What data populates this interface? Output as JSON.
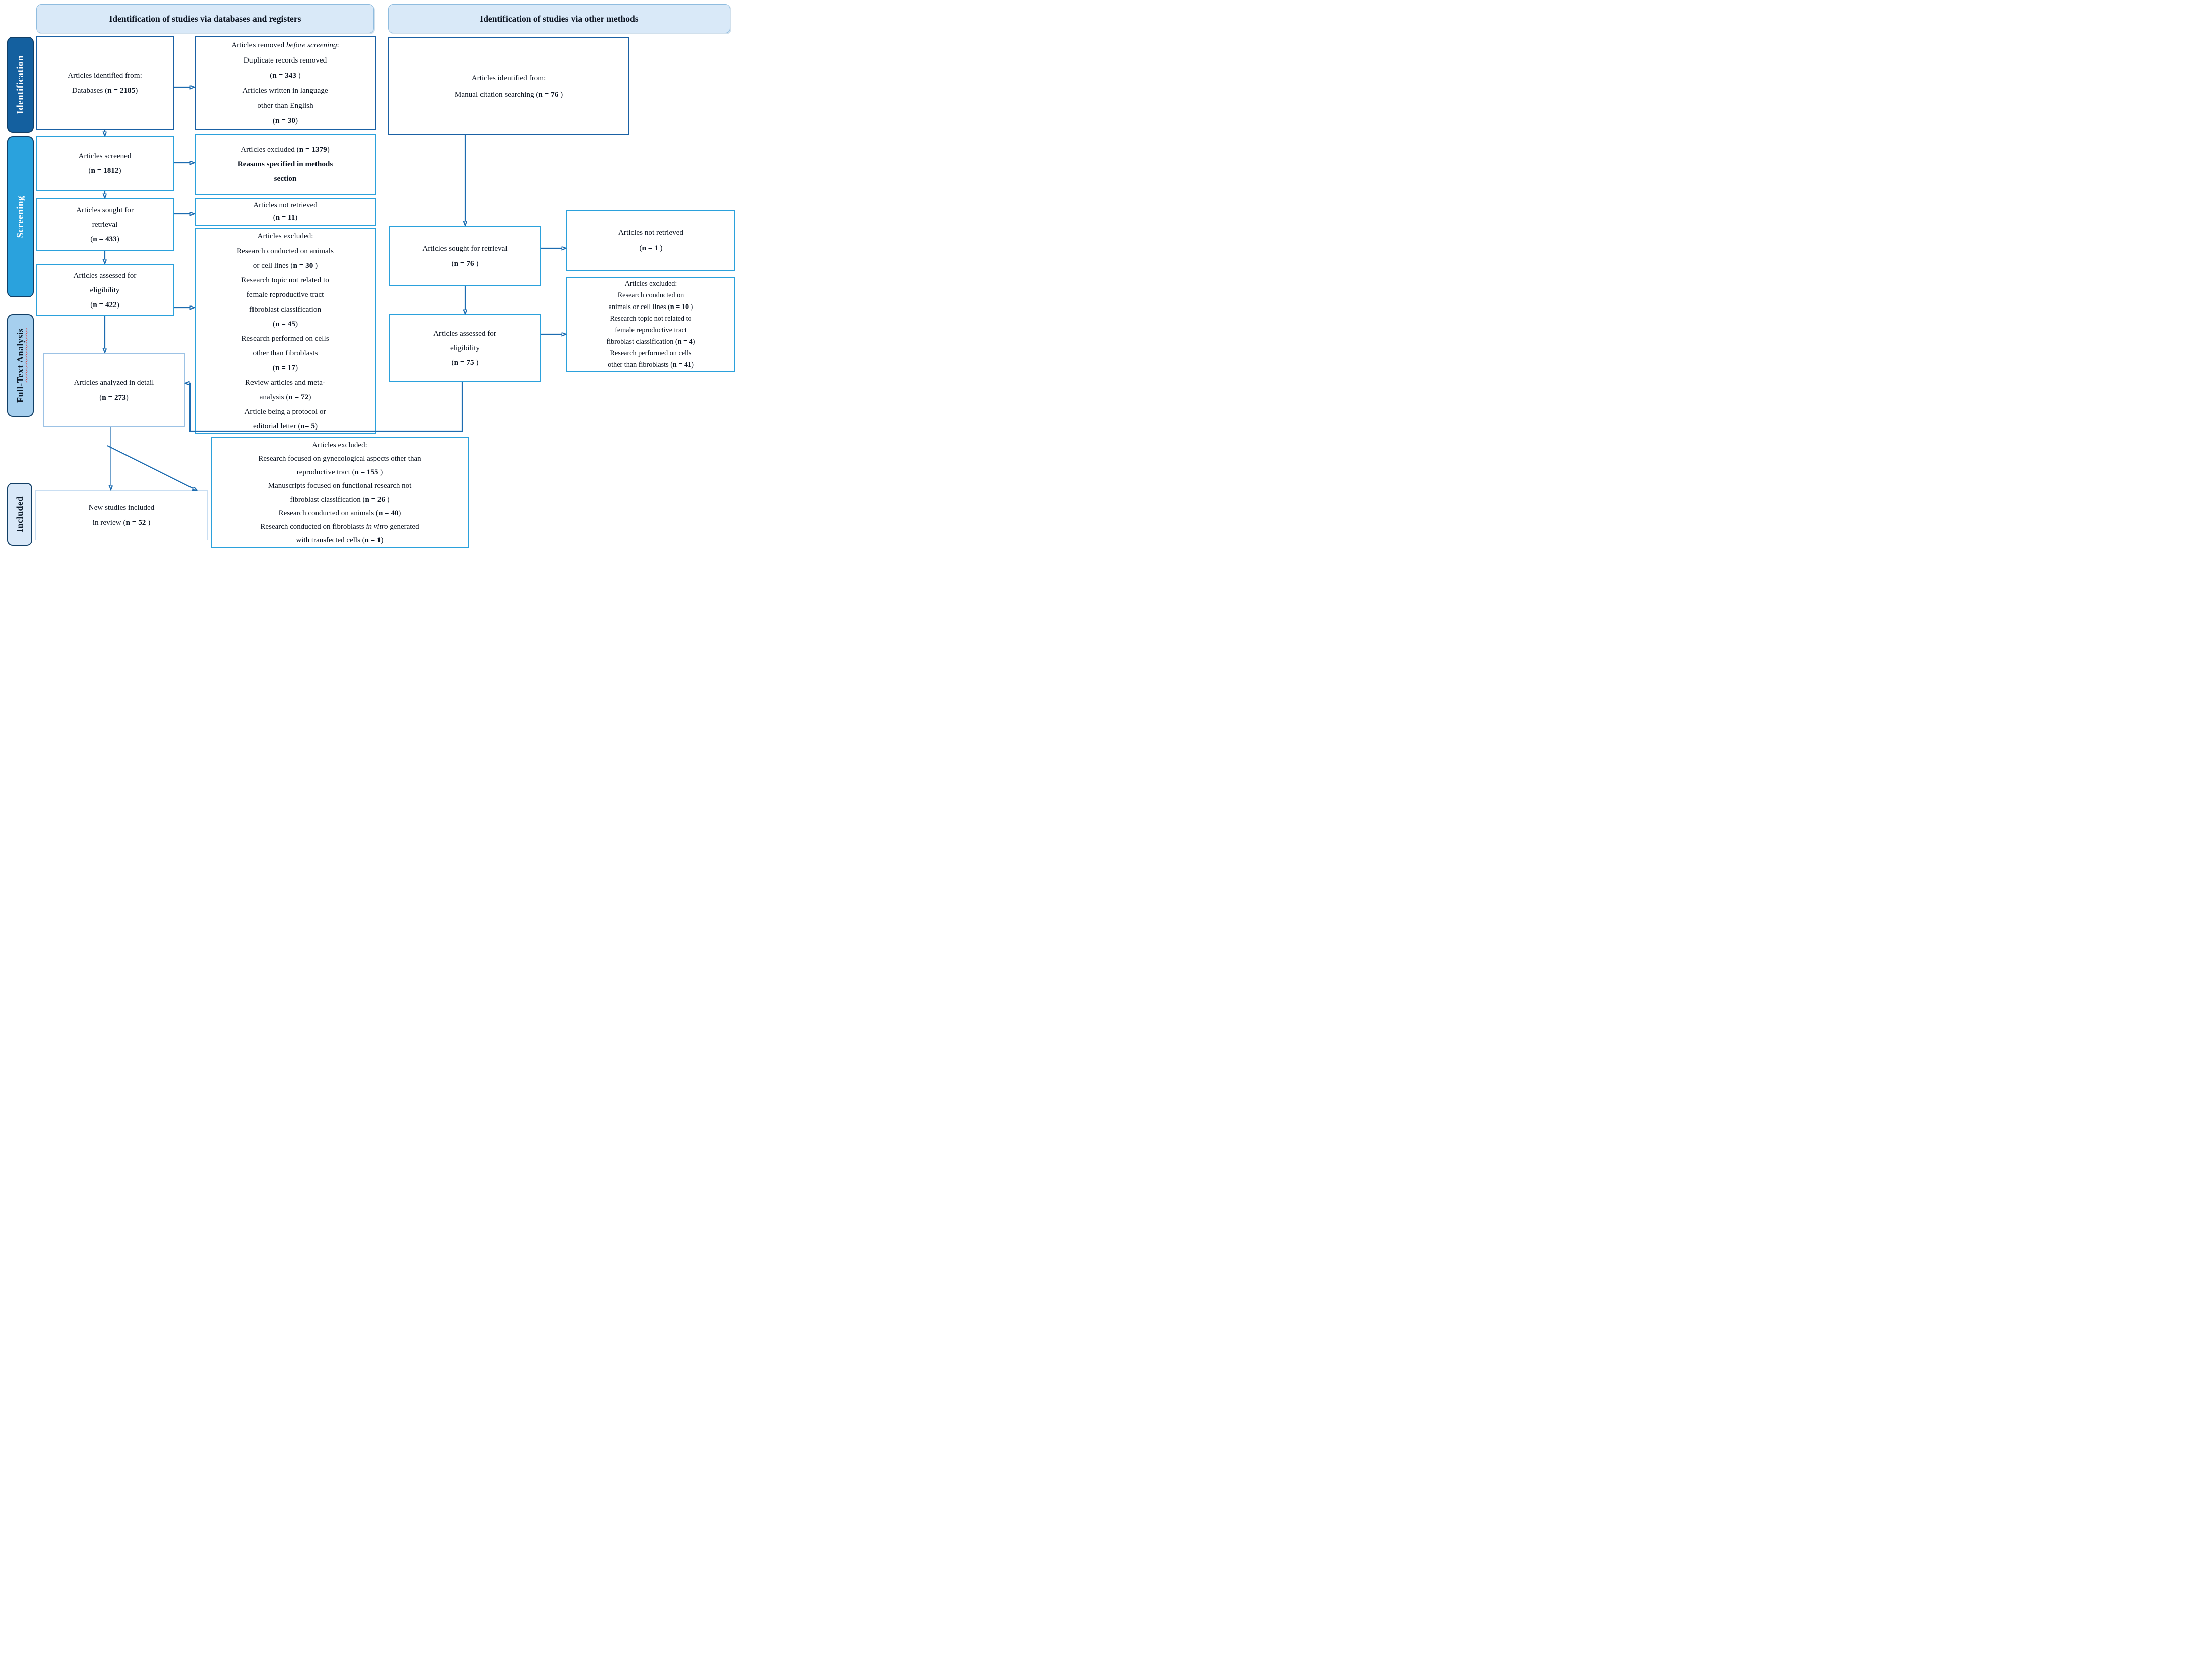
{
  "headers": {
    "left": "Identification of studies via databases and registers",
    "right": "Identification of studies via other methods"
  },
  "sidebar": [
    {
      "id": "identification",
      "lines": [
        [
          {
            "t": "Identification"
          }
        ]
      ]
    },
    {
      "id": "screening",
      "lines": [
        [
          {
            "t": "Screening"
          }
        ]
      ]
    },
    {
      "id": "fulltext",
      "lines": [
        [
          {
            "t": "Full-"
          },
          {
            "t": "Text Analysis",
            "w": 1
          }
        ]
      ]
    },
    {
      "id": "included",
      "lines": [
        [
          {
            "t": "Included"
          }
        ]
      ]
    }
  ],
  "colors": {
    "header_fill": "#D9E9F8",
    "box_border_dark": "#1A61A5",
    "box_border_bright": "#2BA1DC",
    "box_border_light": "#9CC2E5",
    "box_border_extra_light": "#C9DEF2",
    "arrow": "#1D6CB0",
    "pill_identification": "#14609F",
    "pill_screening": "#2AA2DD",
    "pill_fulltext": "#A6CFEE",
    "pill_included": "#D9E8F8",
    "pill_border": "#123F66"
  },
  "boxes": {
    "db_identified": {
      "lines": [
        [
          {
            "t": "Articles identified from:"
          }
        ],
        [
          {
            "t": "Databases ("
          },
          {
            "t": "n = 2185",
            "b": 1
          },
          {
            "t": ")"
          }
        ]
      ]
    },
    "removed_before_screening": {
      "lines": [
        [
          {
            "t": "Articles removed "
          },
          {
            "t": "before screening",
            "i": 1
          },
          {
            "t": ":"
          }
        ],
        [
          {
            "t": "Duplicate records removed"
          }
        ],
        [
          {
            "t": "("
          },
          {
            "t": "n = 343",
            "b": 1
          },
          {
            "t": " )"
          }
        ],
        [
          {
            "t": "Articles written in language"
          }
        ],
        [
          {
            "t": "other than English"
          }
        ],
        [
          {
            "t": "("
          },
          {
            "t": "n = 30",
            "b": 1
          },
          {
            "t": ")"
          }
        ]
      ]
    },
    "screened": {
      "lines": [
        [
          {
            "t": "Articles screened"
          }
        ],
        [
          {
            "t": "("
          },
          {
            "t": "n = 1812",
            "b": 1
          },
          {
            "t": ")"
          }
        ]
      ]
    },
    "excluded_screening": {
      "lines": [
        [
          {
            "t": "Articles excluded ("
          },
          {
            "t": "n = 1379",
            "b": 1
          },
          {
            "t": ")"
          }
        ],
        [
          {
            "t": "Reasons specified in methods",
            "b": 1
          }
        ],
        [
          {
            "t": "section",
            "b": 1
          }
        ]
      ]
    },
    "sought_retrieval": {
      "lines": [
        [
          {
            "t": "Articles sought for"
          }
        ],
        [
          {
            "t": "retrieval"
          }
        ],
        [
          {
            "t": "("
          },
          {
            "t": "n = 433",
            "b": 1
          },
          {
            "t": ")"
          }
        ]
      ]
    },
    "not_retrieved": {
      "lines": [
        [
          {
            "t": "Articles not retrieved"
          }
        ],
        [
          {
            "t": "("
          },
          {
            "t": "n = 11",
            "b": 1
          },
          {
            "t": ")"
          }
        ]
      ]
    },
    "assessed_eligibility": {
      "lines": [
        [
          {
            "t": "Articles assessed for"
          }
        ],
        [
          {
            "t": "eligibility"
          }
        ],
        [
          {
            "t": "("
          },
          {
            "t": "n = 422",
            "b": 1
          },
          {
            "t": ")"
          }
        ]
      ]
    },
    "excluded_eligibility": {
      "lines": [
        [
          {
            "t": "Articles excluded:"
          }
        ],
        [
          {
            "t": "Research conducted on animals"
          }
        ],
        [
          {
            "t": "or cell lines  ("
          },
          {
            "t": "n = 30",
            "b": 1
          },
          {
            "t": " )"
          }
        ],
        [
          {
            "t": "Research topic not related to"
          }
        ],
        [
          {
            "t": "female reproductive tract"
          }
        ],
        [
          {
            "t": "fibroblast classification"
          }
        ],
        [
          {
            "t": "("
          },
          {
            "t": "n = 45",
            "b": 1
          },
          {
            "t": ")"
          }
        ],
        [
          {
            "t": "Research performed on cells"
          }
        ],
        [
          {
            "t": "other than fibroblasts"
          }
        ],
        [
          {
            "t": "("
          },
          {
            "t": "n = 17",
            "b": 1
          },
          {
            "t": ")"
          }
        ],
        [
          {
            "t": "Review articles and meta-"
          }
        ],
        [
          {
            "t": "analysis ("
          },
          {
            "t": "n = 72",
            "b": 1
          },
          {
            "t": ")"
          }
        ],
        [
          {
            "t": "Article being a protocol or"
          }
        ],
        [
          {
            "t": "editorial letter ("
          },
          {
            "t": "n= 5",
            "b": 1
          },
          {
            "t": ")"
          }
        ]
      ]
    },
    "analyzed_detail": {
      "lines": [
        [
          {
            "t": "Articles analyzed in detail"
          }
        ],
        [
          {
            "t": "("
          },
          {
            "t": "n = 273",
            "b": 1
          },
          {
            "t": ")"
          }
        ]
      ]
    },
    "excluded_fulltext": {
      "lines": [
        [
          {
            "t": "Articles excluded:"
          }
        ],
        [
          {
            "t": "Research focused on gynecological aspects other than"
          }
        ],
        [
          {
            "t": "reproductive tract ("
          },
          {
            "t": "n = 155",
            "b": 1
          },
          {
            "t": " )"
          }
        ],
        [
          {
            "t": "Manuscripts focused on functional research not"
          }
        ],
        [
          {
            "t": "fibroblast classification ("
          },
          {
            "t": "n  = 26",
            "b": 1
          },
          {
            "t": " )"
          }
        ],
        [
          {
            "t": "Research conducted on animals ("
          },
          {
            "t": "n = 40",
            "b": 1
          },
          {
            "t": ")"
          }
        ],
        [
          {
            "t": "Research conducted on  fibroblasts "
          },
          {
            "t": "in vitro",
            "i": 1
          },
          {
            "t": " generated"
          }
        ],
        [
          {
            "t": "with transfected cells ("
          },
          {
            "t": "n = 1",
            "b": 1
          },
          {
            "t": ")"
          }
        ]
      ]
    },
    "new_included": {
      "lines": [
        [
          {
            "t": "New studies included"
          }
        ],
        [
          {
            "t": "in review ("
          },
          {
            "t": "n = 52",
            "b": 1
          },
          {
            "t": " )"
          }
        ]
      ]
    },
    "other_identified": {
      "lines": [
        [
          {
            "t": "Articles identified from:"
          }
        ],
        [
          {
            "t": "Manual citation searching ("
          },
          {
            "t": "n = 76",
            "b": 1
          },
          {
            "t": " )"
          }
        ]
      ]
    },
    "sought_retrieval_other": {
      "lines": [
        [
          {
            "t": "Articles sought for retrieval"
          }
        ],
        [
          {
            "t": "("
          },
          {
            "t": "n = 76",
            "b": 1
          },
          {
            "t": " )"
          }
        ]
      ]
    },
    "not_retrieved_other": {
      "lines": [
        [
          {
            "t": "Articles not retrieved"
          }
        ],
        [
          {
            "t": "("
          },
          {
            "t": "n = 1",
            "b": 1
          },
          {
            "t": " )"
          }
        ]
      ]
    },
    "assessed_eligibility_other": {
      "lines": [
        [
          {
            "t": "Articles assessed for"
          }
        ],
        [
          {
            "t": "eligibility"
          }
        ],
        [
          {
            "t": "("
          },
          {
            "t": "n = 75",
            "b": 1
          },
          {
            "t": " )"
          }
        ]
      ]
    },
    "excluded_eligibility_other": {
      "lines": [
        [
          {
            "t": "Articles excluded:"
          }
        ],
        [
          {
            "t": "Research conducted on"
          }
        ],
        [
          {
            "t": "animals or cell lines  ("
          },
          {
            "t": "n = 10",
            "b": 1
          },
          {
            "t": " )"
          }
        ],
        [
          {
            "t": "Research topic not related to"
          }
        ],
        [
          {
            "t": "female reproductive tract"
          }
        ],
        [
          {
            "t": "fibroblast classification  ("
          },
          {
            "t": "n = 4",
            "b": 1
          },
          {
            "t": ")"
          }
        ],
        [
          {
            "t": "Research performed on cells"
          }
        ],
        [
          {
            "t": "other than fibroblasts ("
          },
          {
            "t": "n = 41",
            "b": 1
          },
          {
            "t": ")"
          }
        ]
      ]
    }
  }
}
